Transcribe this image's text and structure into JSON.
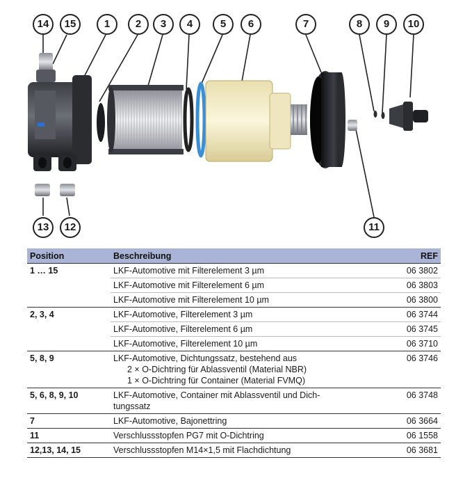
{
  "callouts": [
    {
      "id": "c14",
      "label": "14"
    },
    {
      "id": "c15",
      "label": "15"
    },
    {
      "id": "c1",
      "label": "1"
    },
    {
      "id": "c2",
      "label": "2"
    },
    {
      "id": "c3",
      "label": "3"
    },
    {
      "id": "c4",
      "label": "4"
    },
    {
      "id": "c5",
      "label": "5"
    },
    {
      "id": "c6",
      "label": "6"
    },
    {
      "id": "c7",
      "label": "7"
    },
    {
      "id": "c8",
      "label": "8"
    },
    {
      "id": "c9",
      "label": "9"
    },
    {
      "id": "c10",
      "label": "10"
    },
    {
      "id": "c13",
      "label": "13"
    },
    {
      "id": "c12",
      "label": "12"
    },
    {
      "id": "c11",
      "label": "11"
    }
  ],
  "table": {
    "headers": {
      "position": "Position",
      "description": "Beschreibung",
      "ref": "REF"
    },
    "rows": [
      {
        "position": "1 … 15",
        "description": "LKF-Automotive mit Filterelement 3 µm",
        "ref": "06 3802"
      },
      {
        "position": "",
        "description": "LKF-Automotive mit Filterelement 6 µm",
        "ref": "06 3803"
      },
      {
        "position": "",
        "description": "LKF-Automotive mit Filterelement 10 µm",
        "ref": "06 3800"
      },
      {
        "position": "2, 3, 4",
        "description": "LKF-Automotive, Filterelement 3 µm",
        "ref": "06 3744"
      },
      {
        "position": "",
        "description": "LKF-Automotive, Filterelement 6 µm",
        "ref": "06 3745"
      },
      {
        "position": "",
        "description": "LKF-Automotive, Filterelement 10 µm",
        "ref": "06 3710"
      },
      {
        "position": "5, 8, 9",
        "description": "LKF-Automotive, Dichtungssatz, bestehend aus",
        "sub1": "2 × O-Dichtring für Ablassventil (Material NBR)",
        "sub2": "1 × O-Dichtring für Container (Material FVMQ)",
        "ref": "06 3746"
      },
      {
        "position": "5, 6, 8, 9, 10",
        "description": "LKF-Automotive, Container mit Ablassventil und Dich-",
        "desc2": "tungssatz",
        "ref": "06 3748"
      },
      {
        "position": "7",
        "description": "LKF-Automotive, Bajonettring",
        "ref": "06 3664"
      },
      {
        "position": "11",
        "description": "Verschlussstopfen PG7 mit O-Dichtring",
        "ref": "06 1558"
      },
      {
        "position": "12,13, 14, 15",
        "description": "Verschlussstopfen M14×1,5 mit Flachdichtung",
        "ref": "06 3681"
      }
    ]
  }
}
